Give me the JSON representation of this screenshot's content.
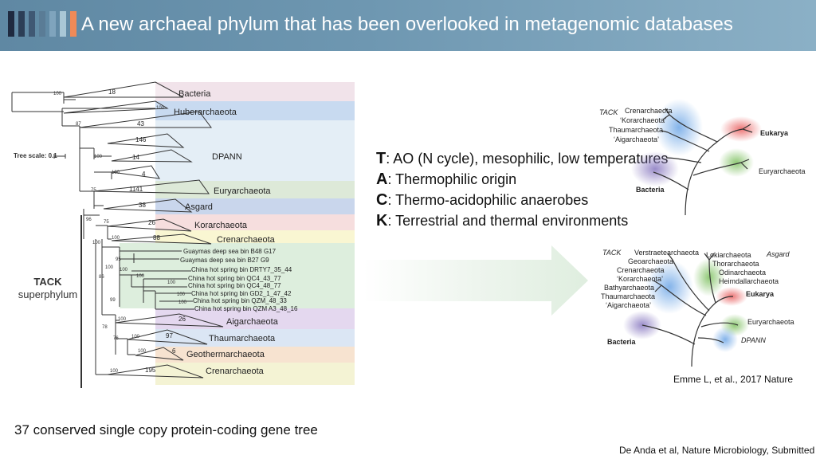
{
  "header": {
    "title": "A new archaeal phylum  that has been overlooked in metagenomic databases",
    "bar_colors": [
      "#1f2a40",
      "#2c3e56",
      "#3f5873",
      "#5a7c96",
      "#7fa4bd",
      "#a9c7d6",
      "#ef8a58"
    ]
  },
  "tree": {
    "scale_label": "Tree scale: 0.1",
    "tack_label": {
      "line1": "TACK",
      "line2": "superphylum"
    },
    "clades": [
      {
        "name": "Bacteria",
        "count": "18"
      },
      {
        "name": "Huberarchaeota",
        "count": ""
      },
      {
        "name": "",
        "count": "43"
      },
      {
        "name": "",
        "count": "146"
      },
      {
        "name": "DPANN",
        "count": "14"
      },
      {
        "name": "",
        "count": "4"
      },
      {
        "name": "Euryarchaeota",
        "count": "1141"
      },
      {
        "name": "Asgard",
        "count": "38"
      },
      {
        "name": "Korarchaeota",
        "count": "26"
      },
      {
        "name": "Crenarchaeota",
        "count": "88"
      },
      {
        "name": "Aigarchaeota",
        "count": "26"
      },
      {
        "name": "Thaumarchaeota",
        "count": "97"
      },
      {
        "name": "Geothermarchaeota",
        "count": "6"
      },
      {
        "name": "Crenarchaeota",
        "count": "195"
      }
    ],
    "leaves": [
      "Guaymas deep sea bin B48 G17",
      "Guaymas deep sea bin B27 G9",
      "China hot spring bin DRTY7_35_44",
      "China hot spring bin QC4_43_77",
      "China hot spring bin QC4_48_77",
      "China hot spring bin GD2_1_47_42",
      "China hot spring bin QZM_48_33",
      "China hot spring bin QZM A3_48_16"
    ],
    "bootstraps": [
      "100",
      "100",
      "87",
      "100",
      "100",
      "75",
      "96",
      "75",
      "100",
      "100",
      "95",
      "100",
      "100",
      "100",
      "100",
      "100",
      "100",
      "86",
      "99",
      "100",
      "78",
      "100",
      "76",
      "100",
      "100"
    ]
  },
  "traits": [
    {
      "letter": "T",
      "text": ": AO (N cycle), mesophilic, low temperatures"
    },
    {
      "letter": "A",
      "text": ": Thermophilic origin"
    },
    {
      "letter": "C",
      "text": ": Thermo-acidophilic anaerobes"
    },
    {
      "letter": "K",
      "text": ": Terrestrial and thermal environments"
    }
  ],
  "tree_top": {
    "tack": "TACK",
    "lines": [
      "Crenarchaeota",
      "‘Korarchaeota’",
      "Thaumarchaeota",
      "‘Aigarchaeota’"
    ],
    "eukarya": "Eukarya",
    "euryarchaeota": "Euryarchaeota",
    "bacteria": "Bacteria"
  },
  "tree_bottom": {
    "tack": "TACK",
    "left": [
      "Verstraetearchaeota",
      "Geoarchaeota",
      "Crenarchaeota",
      "‘Korarchaeota’",
      "Bathyarchaeota",
      "Thaumarchaeota",
      "‘Aigarchaeota’"
    ],
    "asgard_label": "Asgard",
    "asgard": [
      "Lokiarchaeota",
      "Thorarchaeota",
      "Odinarchaeota",
      "Heimdallarchaeota"
    ],
    "eukarya": "Eukarya",
    "euryarchaeota": "Euryarchaeota",
    "bacteria": "Bacteria",
    "dpann": "DPANN"
  },
  "citations": {
    "emme": "Emme L, et al., 2017 Nature",
    "deanda": "De Anda et al, Nature Microbiology, Submitted"
  },
  "caption": "37 conserved single copy protein-coding gene tree"
}
